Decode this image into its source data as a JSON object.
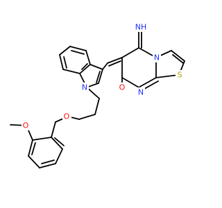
{
  "colors": {
    "background": "#ffffff",
    "bond": "#000000",
    "nitrogen": "#1f2fff",
    "oxygen": "#ff0d0d",
    "sulfur": "#b3a200"
  },
  "atom_labels": {
    "imine": "NH",
    "ring_n": "N",
    "pyrimidine_n": "N",
    "sulfur": "S",
    "carbonyl_o": "O",
    "indole_n": "N",
    "ether_o": "O",
    "methoxy_o": "O"
  }
}
